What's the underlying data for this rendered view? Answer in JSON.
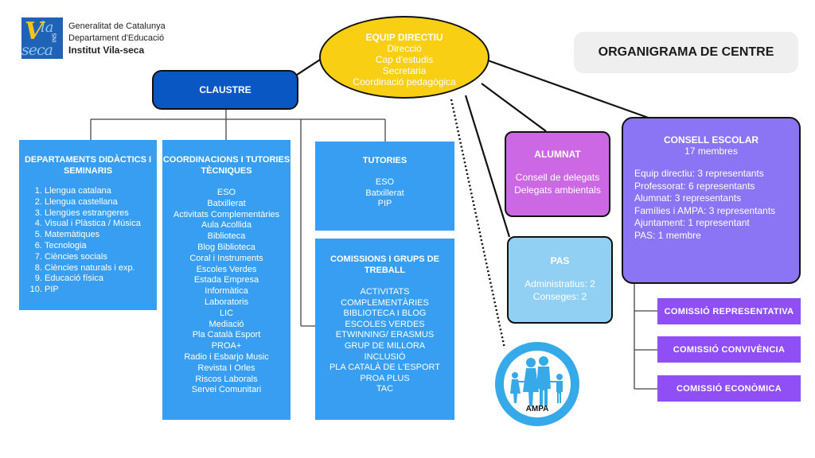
{
  "header": {
    "logo_text": {
      "v": "V",
      "la": "la",
      "seca": "seca",
      "ins": "INS"
    },
    "org_lines": [
      "Generalitat de Catalunya",
      "Departament d'Educació"
    ],
    "institution": "Institut Vila-seca"
  },
  "title": "ORGANIGRAMA DE CENTRE",
  "equip_directiu": {
    "title": "EQUIP DIRECTIU",
    "items": [
      "Direcció",
      "Cap d'estudis",
      "Secretaria",
      "Coordinació pedagògica"
    ]
  },
  "claustre": {
    "title": "CLAUSTRE"
  },
  "departaments": {
    "title": "DEPARTAMENTS DIDÀCTICS I SEMINARIS",
    "items": [
      "Llengua catalana",
      "Llengua castellana",
      "Llengües estrangeres",
      "Visual i Plàstica / Música",
      "Matemàtiques",
      "Tecnologia",
      "Ciències socials",
      "Ciències naturals i exp.",
      "Educació física",
      "PIP"
    ]
  },
  "coordinacions": {
    "title": "COORDINACIONS I TUTORIES TÈCNIQUES",
    "items": [
      "ESO",
      "Batxillerat",
      "Activitats Complementàries",
      "Aula Acollida",
      "Biblioteca",
      "Blog Biblioteca",
      "Coral i Instruments",
      "Escoles Verdes",
      "Estada Empresa",
      "Informàtica",
      "Laboratoris",
      "LIC",
      "Mediació",
      "Pla Català Esport",
      "PROA+",
      "Radio i Esbarjo Music",
      "Revista I Orles",
      "Riscos Laborals",
      "Servei Comunitari"
    ]
  },
  "tutories": {
    "title": "TUTORIES",
    "items": [
      "ESO",
      "Batxillerat",
      "PIP"
    ]
  },
  "comissions": {
    "title": "COMISSIONS I GRUPS DE TREBALL",
    "items": [
      "ACTIVITATS",
      "COMPLEMENTÀRIES",
      "BIBLIOTECA I BLOG",
      "ESCOLES VERDES",
      "ETWINNING/ ERASMUS",
      "GRUP DE MILLORA",
      "INCLUSIÓ",
      "PLA CATALÀ DE L'ESPORT",
      "PROA PLUS",
      "TAC"
    ]
  },
  "alumnat": {
    "title": "ALUMNAT",
    "items": [
      "Consell de delegats",
      "Delegats ambientals"
    ]
  },
  "pas": {
    "title": "PAS",
    "items": [
      "Administratius: 2",
      "Conseges: 2"
    ]
  },
  "consell_escolar": {
    "title": "CONSELL ESCOLAR",
    "subtitle": "17 membres",
    "items": [
      "Equip directiu: 3 representants",
      "Professorat: 6 representants",
      "Alumnat: 3 representants",
      "Famílies i AMPA: 3 representants",
      "Ajuntament: 1 representant",
      "PAS: 1 membre"
    ]
  },
  "comissions_consell": [
    {
      "label": "COMISSIÓ REPRESENTATIVA"
    },
    {
      "label": "COMISSIÓ CONVIVÈNCIA"
    },
    {
      "label": "COMISSIÓ ECONÒMICA"
    }
  ],
  "ampa": {
    "label": "AMPA"
  },
  "colors": {
    "equip_directiu": "#f9cf14",
    "claustre": "#0857c3",
    "blue_boxes": "#379ef1",
    "alumnat": "#cc68e3",
    "pas": "#92d0f3",
    "consell_escolar": "#8c75f4",
    "comissions_consell": "#8f4ff5",
    "ampa": "#36a9e8"
  }
}
